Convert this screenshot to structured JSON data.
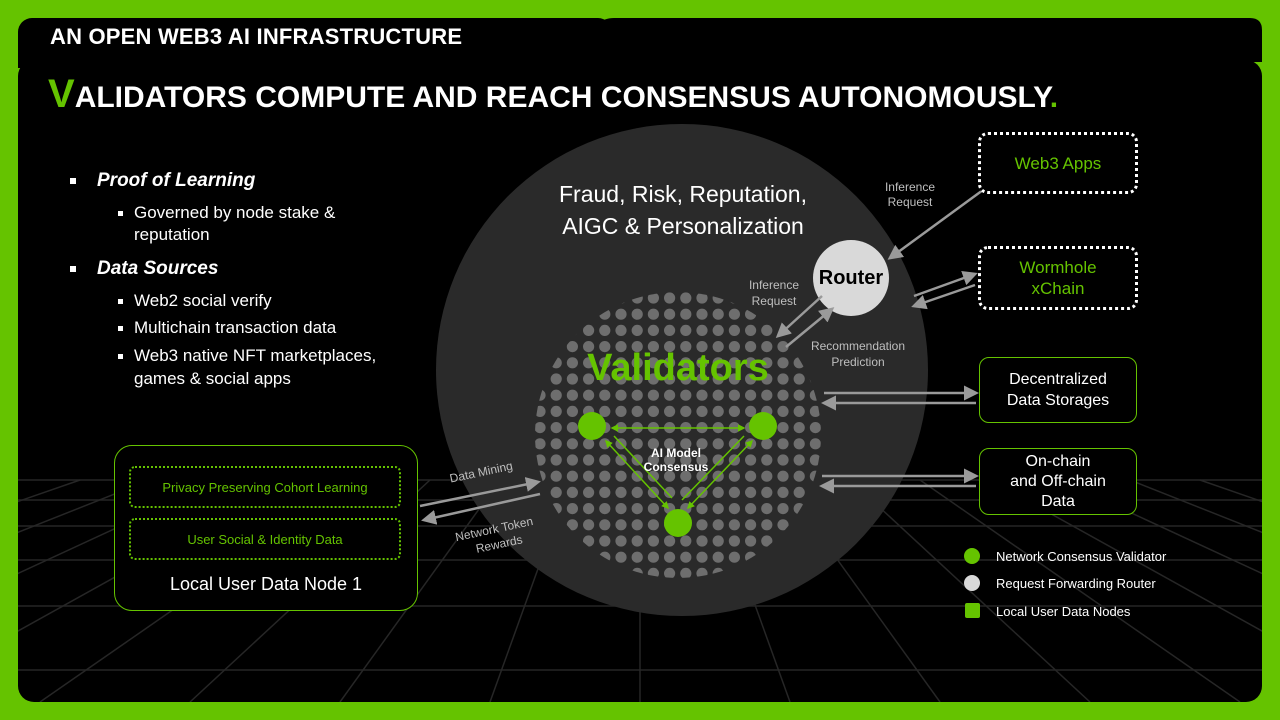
{
  "header": {
    "tab_label": "AN OPEN WEB3 AI INFRASTRUCTURE",
    "title_first_letter": "V",
    "title_rest": "ALIDATORS COMPUTE AND REACH CONSENSUS AUTONOMOUSLY",
    "title_period": "."
  },
  "bullets": [
    {
      "label": "Proof of Learning",
      "subs": [
        "Governed by node stake &",
        "reputation"
      ]
    },
    {
      "label": "Data Sources",
      "subs": [
        "Web2 social verify",
        "Multichain transaction data",
        "Web3 native NFT marketplaces,",
        "games & social apps"
      ]
    }
  ],
  "circle": {
    "heading_line1": "Fraud, Risk, Reputation,",
    "heading_line2": "AIGC & Personalization",
    "validators_label": "Validators",
    "consensus_line1": "AI Model",
    "consensus_line2": "Consensus"
  },
  "router": {
    "label": "Router"
  },
  "labels": {
    "inference_request_top_1": "Inference",
    "inference_request_top_2": "Request",
    "inference_request_mid_1": "Inference",
    "inference_request_mid_2": "Request",
    "recommendation_1": "Recommendation",
    "recommendation_2": "Prediction",
    "data_mining": "Data Mining",
    "network_token_1": "Network Token",
    "network_token_2": "Rewards"
  },
  "right_boxes": {
    "web3_apps": "Web3 Apps",
    "wormhole_1": "Wormhole",
    "wormhole_2": "xChain",
    "storage_1": "Decentralized",
    "storage_2": "Data Storages",
    "onchain_1": "On-chain",
    "onchain_2": "and Off-chain",
    "onchain_3": "Data"
  },
  "local_node": {
    "cohort": "Privacy Preserving Cohort Learning",
    "identity": "User Social & Identity Data",
    "title": "Local User Data Node 1"
  },
  "legend": [
    {
      "label": "Network Consensus Validator",
      "color": "#65c300",
      "shape": "circle"
    },
    {
      "label": "Request Forwarding Router",
      "color": "#d9d9d9",
      "shape": "circle"
    },
    {
      "label": "Local User Data Nodes",
      "color": "#65c300",
      "shape": "square"
    }
  ],
  "colors": {
    "accent": "#65c300",
    "panel": "#000000",
    "circle": "#2a2a2a",
    "dot": "#6e6e6e"
  }
}
